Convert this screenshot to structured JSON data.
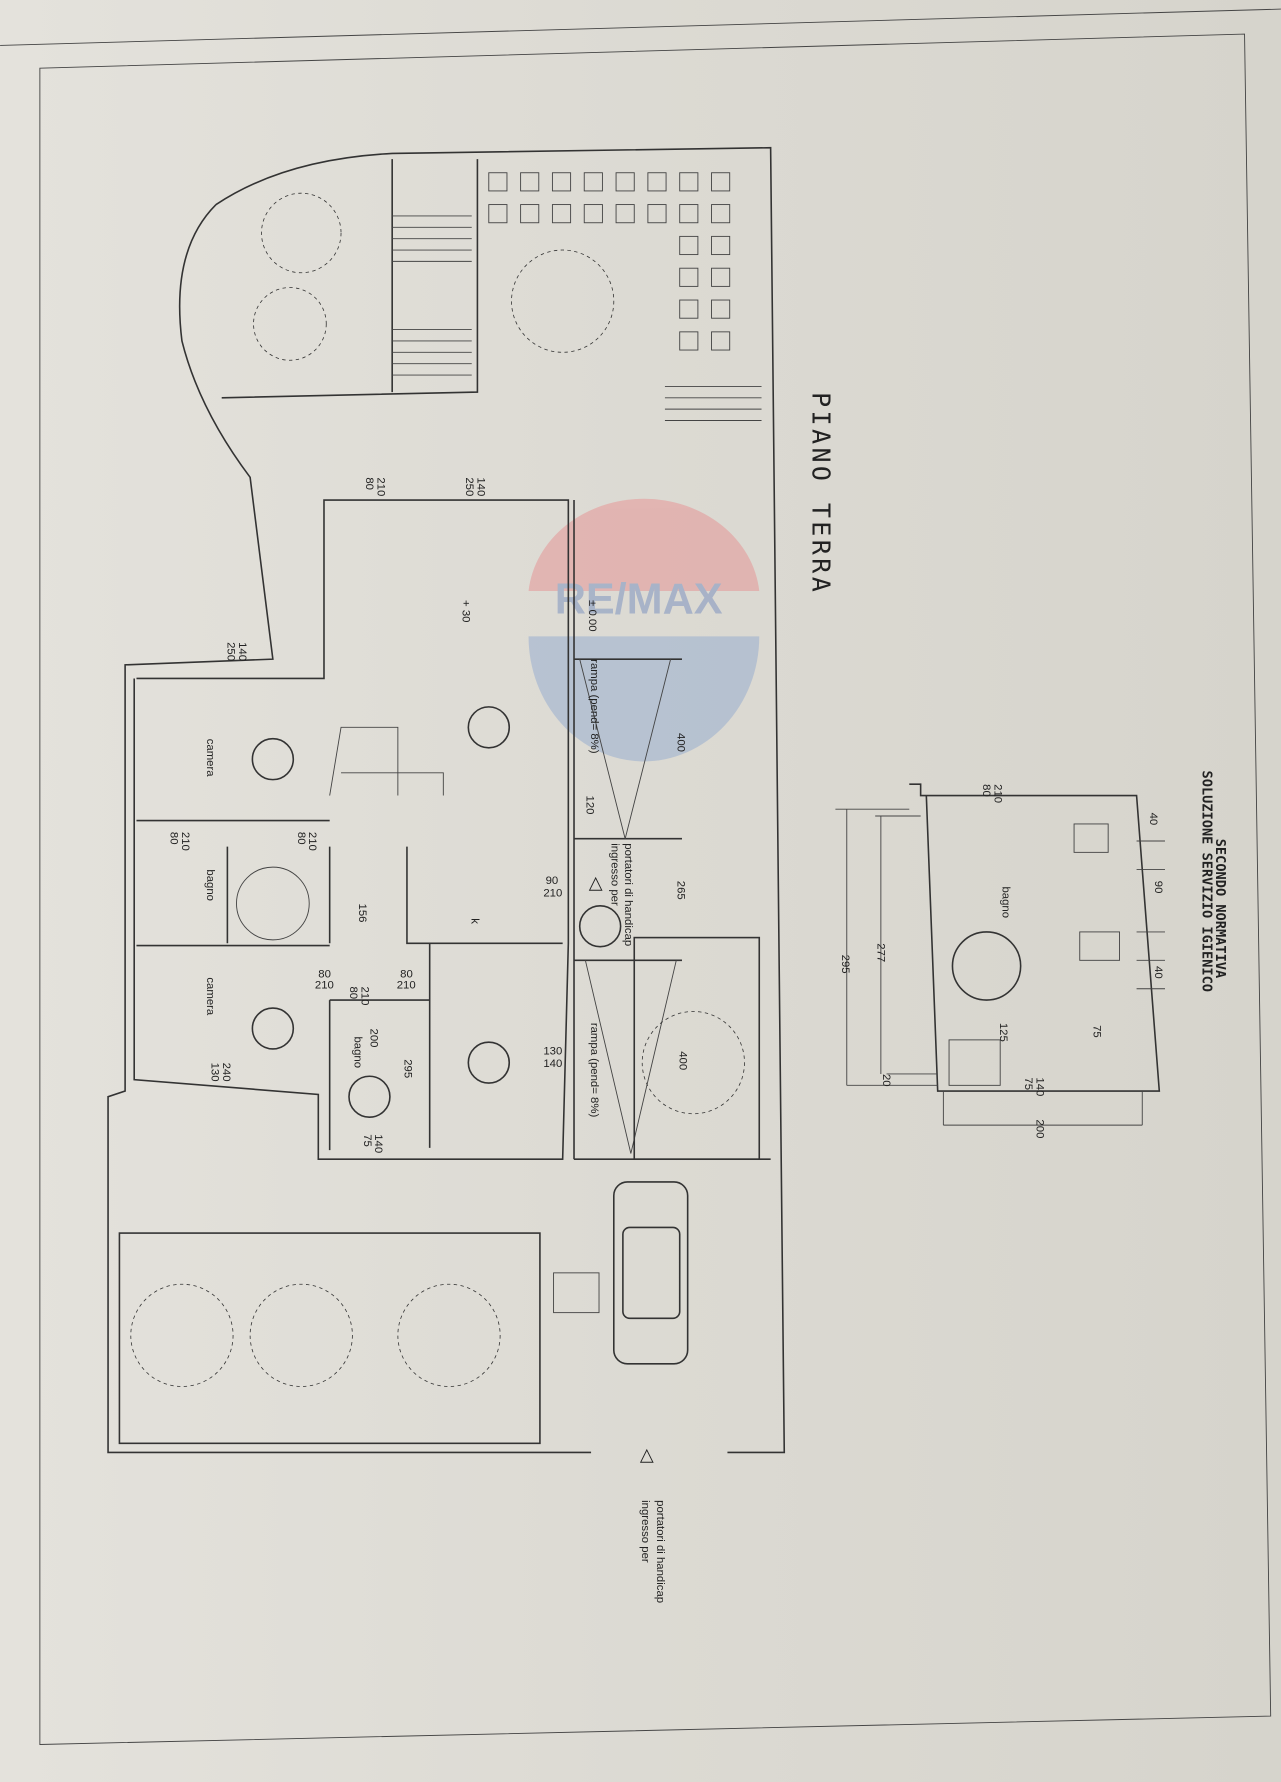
{
  "title": "PIANO TERRA",
  "watermark": "RE/MAX",
  "colors": {
    "paper": "#e2e0d9",
    "line": "#333333",
    "watermark_red": "#e8888a",
    "watermark_blue": "#8aa3cf"
  },
  "rooms": {
    "camera_1": "camera",
    "bagno_1": "bagno",
    "camera_2": "camera",
    "k": "k",
    "bagno_2": "bagno"
  },
  "labels": {
    "rampa_1": "rampa (pend= 8%)",
    "rampa_2": "rampa (pend= 8%)",
    "ingresso_1_a": "ingresso per",
    "ingresso_1_b": "portatori di handicap",
    "ingresso_2_a": "ingresso per",
    "ingresso_2_b": "portatori di handicap",
    "level_0": "± 0.00",
    "level_30": "+ 30"
  },
  "dimensions": {
    "d1": "250",
    "d1b": "140",
    "d2": "80",
    "d2b": "210",
    "d3": "80",
    "d3b": "210",
    "d4": "156",
    "d5": "80",
    "d5b": "210",
    "d6": "80",
    "d6b": "210",
    "d7": "80",
    "d7b": "210",
    "d8": "200",
    "d9": "295",
    "d10": "130",
    "d10b": "240",
    "d11": "75",
    "d11b": "140",
    "d12": "130",
    "d12b": "140",
    "d13": "90",
    "d13b": "210",
    "d14": "120",
    "d15": "400",
    "d16": "265",
    "d17": "400",
    "d18": "80",
    "d18b": "210",
    "d19": "250",
    "d19b": "140"
  },
  "bathroom_detail": {
    "room": "bagno",
    "caption_1": "SOLUZIONE SERVIZIO IGIENICO",
    "caption_2": "SECONDO NORMATIVA",
    "dims": {
      "a": "295",
      "b": "277",
      "c": "20",
      "d": "125",
      "e": "75",
      "f": "200",
      "g": "75",
      "gb": "140",
      "h": "80",
      "hb": "210",
      "i": "40",
      "j": "90",
      "k": "40"
    }
  }
}
